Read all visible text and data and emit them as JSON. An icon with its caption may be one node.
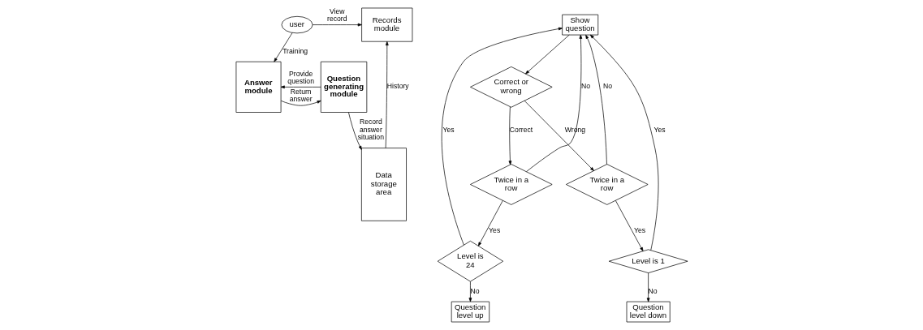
{
  "diagram": {
    "nodes": [
      {
        "text": [
          "user"
        ]
      },
      {
        "text": [
          "Records module"
        ]
      },
      {
        "text": [
          "Answer module"
        ]
      },
      {
        "text": [
          "Question generating module"
        ]
      },
      {
        "text": [
          "Data storage area"
        ]
      },
      {
        "text": [
          "Show question"
        ]
      },
      {
        "text": [
          "Correct or wrong"
        ]
      },
      {
        "text": [
          "Twice in a row"
        ]
      },
      {
        "text": [
          "Level is 24"
        ]
      },
      {
        "text": [
          "Question level up"
        ]
      },
      {
        "text": [
          "Twice in a row"
        ]
      },
      {
        "text": [
          "Level is 1"
        ]
      },
      {
        "text": [
          "Question level down"
        ]
      }
    ],
    "edges": [
      {
        "from": 0,
        "to": 1,
        "arrow": "to",
        "label": "View record"
      },
      {
        "from": 4,
        "to": 1,
        "arrow": "to",
        "label": "History"
      },
      {
        "from": 0,
        "to": 2,
        "arrow": "to",
        "label": "Training"
      },
      {
        "from": 3,
        "to": 2,
        "arrow": "to",
        "label": "Provide question"
      },
      {
        "from": 2,
        "to": 3,
        "arrow": "to",
        "label": "Return answer"
      },
      {
        "from": 3,
        "to": 4,
        "arrow": "to",
        "label": "Record answer situation"
      },
      {
        "from": 5,
        "to": 6,
        "arrow": "to"
      },
      {
        "from": 6,
        "to": 7,
        "arrow": "to",
        "label": "Correct"
      },
      {
        "from": 6,
        "to": 10,
        "arrow": "to",
        "label": "Wrong"
      },
      {
        "from": 7,
        "to": 5,
        "arrow": "to",
        "label": "No"
      },
      {
        "from": 7,
        "to": 8,
        "arrow": "to",
        "label": "Yes"
      },
      {
        "from": 8,
        "to": 5,
        "arrow": "to",
        "label": "Yes"
      },
      {
        "from": 8,
        "to": 9,
        "arrow": "to",
        "label": "No"
      },
      {
        "from": 10,
        "to": 5,
        "arrow": "to",
        "label": "No"
      },
      {
        "from": 10,
        "to": 11,
        "arrow": "to",
        "label": "Yes"
      },
      {
        "from": 11,
        "to": 5,
        "arrow": "to",
        "label": "Yes"
      },
      {
        "from": 11,
        "to": 12,
        "arrow": "to",
        "label": "No"
      }
    ]
  }
}
